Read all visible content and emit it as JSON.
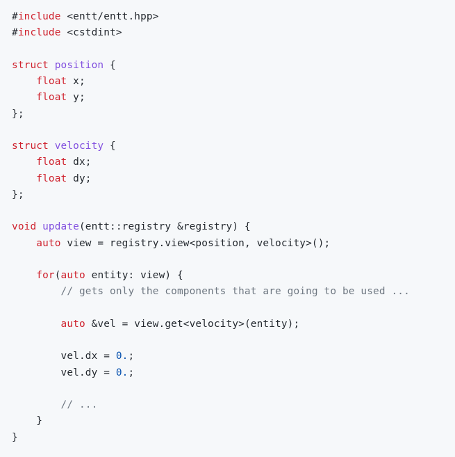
{
  "code_block": {
    "language": "cpp",
    "colors": {
      "background": "#f6f8fa",
      "keyword": "#cf222e",
      "function": "#8250df",
      "comment": "#6e7781",
      "number": "#0550ae",
      "plain": "#24292f"
    },
    "lines": [
      [
        {
          "t": "pl",
          "v": "#"
        },
        {
          "t": "kw",
          "v": "include"
        },
        {
          "t": "pl",
          "v": " <entt/entt.hpp>"
        }
      ],
      [
        {
          "t": "pl",
          "v": "#"
        },
        {
          "t": "kw",
          "v": "include"
        },
        {
          "t": "pl",
          "v": " <cstdint>"
        }
      ],
      [],
      [
        {
          "t": "kw",
          "v": "struct"
        },
        {
          "t": "pl",
          "v": " "
        },
        {
          "t": "fn",
          "v": "position"
        },
        {
          "t": "pl",
          "v": " {"
        }
      ],
      [
        {
          "t": "pl",
          "v": "    "
        },
        {
          "t": "kw",
          "v": "float"
        },
        {
          "t": "pl",
          "v": " x;"
        }
      ],
      [
        {
          "t": "pl",
          "v": "    "
        },
        {
          "t": "kw",
          "v": "float"
        },
        {
          "t": "pl",
          "v": " y;"
        }
      ],
      [
        {
          "t": "pl",
          "v": "};"
        }
      ],
      [],
      [
        {
          "t": "kw",
          "v": "struct"
        },
        {
          "t": "pl",
          "v": " "
        },
        {
          "t": "fn",
          "v": "velocity"
        },
        {
          "t": "pl",
          "v": " {"
        }
      ],
      [
        {
          "t": "pl",
          "v": "    "
        },
        {
          "t": "kw",
          "v": "float"
        },
        {
          "t": "pl",
          "v": " dx;"
        }
      ],
      [
        {
          "t": "pl",
          "v": "    "
        },
        {
          "t": "kw",
          "v": "float"
        },
        {
          "t": "pl",
          "v": " dy;"
        }
      ],
      [
        {
          "t": "pl",
          "v": "};"
        }
      ],
      [],
      [
        {
          "t": "kw",
          "v": "void"
        },
        {
          "t": "pl",
          "v": " "
        },
        {
          "t": "fn",
          "v": "update"
        },
        {
          "t": "pl",
          "v": "(entt::registry &registry) {"
        }
      ],
      [
        {
          "t": "pl",
          "v": "    "
        },
        {
          "t": "kw",
          "v": "auto"
        },
        {
          "t": "pl",
          "v": " view = registry.view<position, velocity>();"
        }
      ],
      [],
      [
        {
          "t": "pl",
          "v": "    "
        },
        {
          "t": "kw",
          "v": "for"
        },
        {
          "t": "pl",
          "v": "("
        },
        {
          "t": "kw",
          "v": "auto"
        },
        {
          "t": "pl",
          "v": " entity: view) {"
        }
      ],
      [
        {
          "t": "pl",
          "v": "        "
        },
        {
          "t": "cm",
          "v": "// gets only the components that are going to be used ..."
        }
      ],
      [],
      [
        {
          "t": "pl",
          "v": "        "
        },
        {
          "t": "kw",
          "v": "auto"
        },
        {
          "t": "pl",
          "v": " &vel = view.get<velocity>(entity);"
        }
      ],
      [],
      [
        {
          "t": "pl",
          "v": "        vel.dx = "
        },
        {
          "t": "num",
          "v": "0."
        },
        {
          "t": "pl",
          "v": ";"
        }
      ],
      [
        {
          "t": "pl",
          "v": "        vel.dy = "
        },
        {
          "t": "num",
          "v": "0."
        },
        {
          "t": "pl",
          "v": ";"
        }
      ],
      [],
      [
        {
          "t": "pl",
          "v": "        "
        },
        {
          "t": "cm",
          "v": "// ..."
        }
      ],
      [
        {
          "t": "pl",
          "v": "    }"
        }
      ],
      [
        {
          "t": "pl",
          "v": "}"
        }
      ]
    ]
  }
}
